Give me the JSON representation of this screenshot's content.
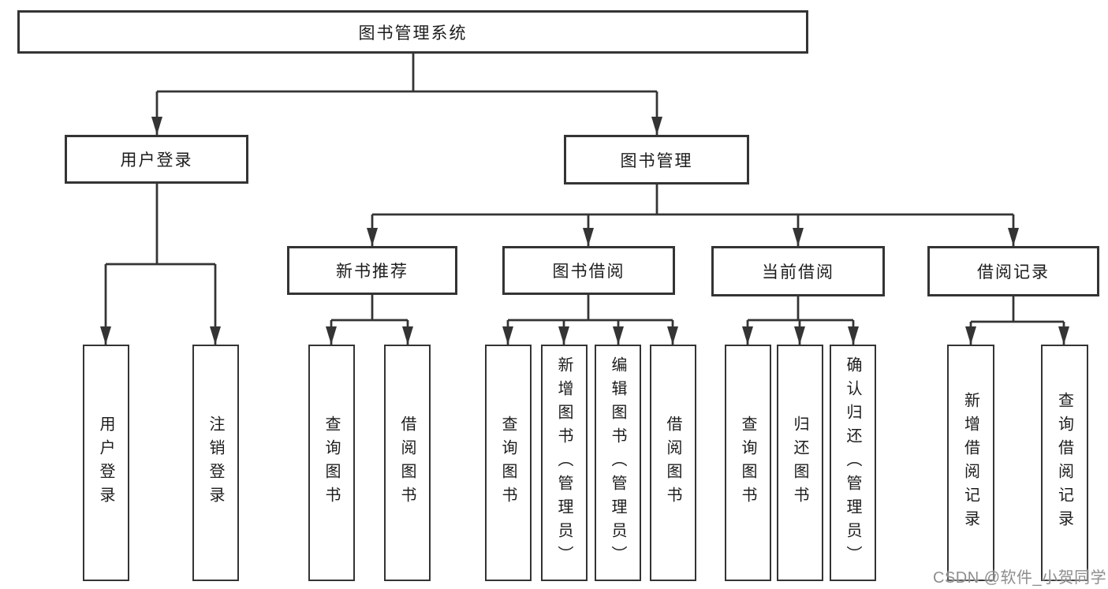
{
  "tree": {
    "root": {
      "label": "图书管理系统",
      "children": [
        {
          "label": "用户登录",
          "children": [
            {
              "label": "用户登录"
            },
            {
              "label": "注销登录"
            }
          ]
        },
        {
          "label": "图书管理",
          "children": [
            {
              "label": "新书推荐",
              "children": [
                {
                  "label": "查询图书"
                },
                {
                  "label": "借阅图书"
                }
              ]
            },
            {
              "label": "图书借阅",
              "children": [
                {
                  "label": "查询图书"
                },
                {
                  "label": "新增图书（管理员）"
                },
                {
                  "label": "编辑图书（管理员）"
                },
                {
                  "label": "借阅图书"
                }
              ]
            },
            {
              "label": "当前借阅",
              "children": [
                {
                  "label": "查询图书"
                },
                {
                  "label": "归还图书"
                },
                {
                  "label": "确认归还（管理员）"
                }
              ]
            },
            {
              "label": "借阅记录",
              "children": [
                {
                  "label": "新增借阅记录"
                },
                {
                  "label": "查询借阅记录"
                }
              ]
            }
          ]
        }
      ]
    }
  },
  "watermark": {
    "text": "CSDN @软件_小贺同学"
  },
  "colors": {
    "line": "#343434",
    "box_border": "#343434",
    "text": "#1c1c1c",
    "watermark": "#8e8e8e",
    "background": "#ffffff"
  }
}
